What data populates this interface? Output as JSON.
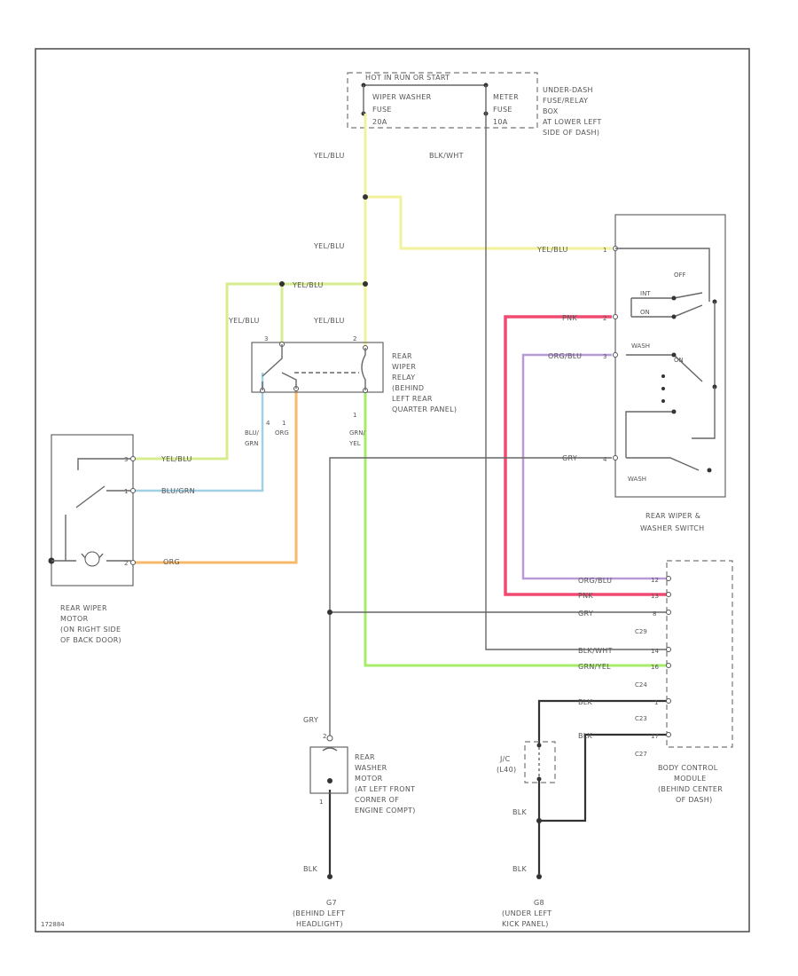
{
  "diagram": {
    "id_label": "172884",
    "fuse_box": {
      "title": "HOT IN RUN OR START",
      "fuse1": [
        "WIPER WASHER",
        "FUSE",
        "20A"
      ],
      "fuse2": [
        "METER",
        "FUSE",
        "10A"
      ],
      "location": [
        "UNDER-DASH",
        "FUSE/RELAY",
        "BOX",
        "AT LOWER LEFT",
        "SIDE OF DASH)"
      ]
    },
    "wires": {
      "yel_blu_1": "YEL/BLU",
      "blk_wht": "BLK/WHT",
      "yel_blu_2": "YEL/BLU",
      "yel_blu_3": "YEL/BLU",
      "yel_blu_4": "YEL/BLU",
      "yel_blu_5": "YEL/BLU",
      "yel_blu_6": "YEL/BLU",
      "yel_blu_motor": "YEL/BLU",
      "blu_grn_motor": "BLU/GRN",
      "org_motor": "ORG",
      "relay_blu_grn": [
        "BLU/",
        "GRN"
      ],
      "relay_org": "ORG",
      "relay_grn_yel": [
        "GRN/",
        "YEL"
      ],
      "pnk": "PNK",
      "org_blu": "ORG/BLU",
      "gry": "GRY",
      "bcm_org_blu": "ORG/BLU",
      "bcm_pnk": "PNK",
      "bcm_gry": "GRY",
      "bcm_blk_wht": "BLK/WHT",
      "bcm_grn_yel": "GRN/YEL",
      "bcm_blk": "BLK",
      "bcm_blk2": "BLK",
      "washer_gry": "GRY",
      "ground_blk_1": "BLK",
      "ground_blk_2": "BLK",
      "jc_blk": "BLK"
    },
    "pins": {
      "sw_p1": "1",
      "sw_p2": "2",
      "sw_p3": "3",
      "sw_p4": "4",
      "relay_p1": "4",
      "relay_p2": "1",
      "relay_p3": "2",
      "relay_p4": "3",
      "relay_p5": "1",
      "motor_p1": "3",
      "motor_p2": "1",
      "motor_p3": "2",
      "bcm_p1": "12",
      "bcm_p2": "13",
      "bcm_p3": "8",
      "bcm_p4": "14",
      "bcm_p5": "16",
      "bcm_p6": "1",
      "bcm_p7": "17",
      "washer_p1": "2",
      "washer_p2": "1"
    },
    "components": {
      "rear_wiper_relay": [
        "REAR",
        "WIPER",
        "RELAY",
        "(BEHIND",
        "LEFT REAR",
        "QUARTER PANEL)"
      ],
      "rear_wiper_motor": [
        "REAR WIPER",
        "MOTOR",
        "(ON RIGHT SIDE",
        "OF BACK DOOR)"
      ],
      "switch": [
        "REAR WIPER &",
        "WASHER SWITCH"
      ],
      "switch_pos": [
        "OFF",
        "INT",
        "ON",
        "WASH",
        "ON",
        "WASH"
      ],
      "washer_motor": [
        "REAR",
        "WASHER",
        "MOTOR",
        "(AT LEFT FRONT",
        "CORNER OF",
        "ENGINE COMPT)"
      ],
      "bcm": [
        "BODY CONTROL",
        "MODULE",
        "(BEHIND CENTER",
        "OF DASH)"
      ],
      "bcm_connectors": [
        "C29",
        "C24",
        "C23",
        "C27"
      ],
      "jc": [
        "J/C",
        "(L40)"
      ],
      "ground_1": [
        "G7",
        "(BEHIND LEFT",
        "HEADLIGHT)"
      ],
      "ground_2": [
        "G8",
        "(UNDER LEFT",
        "KICK PANEL)"
      ]
    },
    "colors": {
      "yellow": "#f2f29a",
      "yellow_green": "#d6ec8e",
      "green": "#a6ec6a",
      "blue": "#9fd0e4",
      "orange": "#f7b96a",
      "pink": "#f04a72",
      "purple": "#b99ad8",
      "gray": "#8a8a8a",
      "black": "#333333"
    }
  }
}
